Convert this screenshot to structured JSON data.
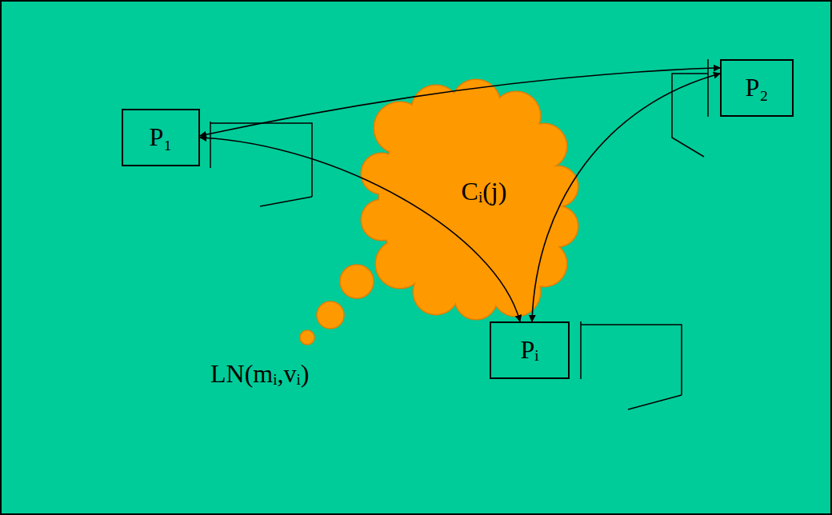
{
  "diagram": {
    "nodes": [
      {
        "text": [
          "P₁"
        ]
      },
      {
        "text": [
          "P₂"
        ]
      },
      {
        "text": [
          "Cᵢ(j)"
        ]
      },
      {
        "text": [
          "Pᵢ"
        ]
      }
    ],
    "edges": [
      {
        "from": 0,
        "to": 1,
        "arrow": "both"
      },
      {
        "from": 0,
        "to": 3,
        "arrow": "both"
      },
      {
        "from": 1,
        "to": 3,
        "arrow": "both"
      }
    ],
    "labels": [
      "LN(mᵢ,vᵢ)"
    ]
  }
}
